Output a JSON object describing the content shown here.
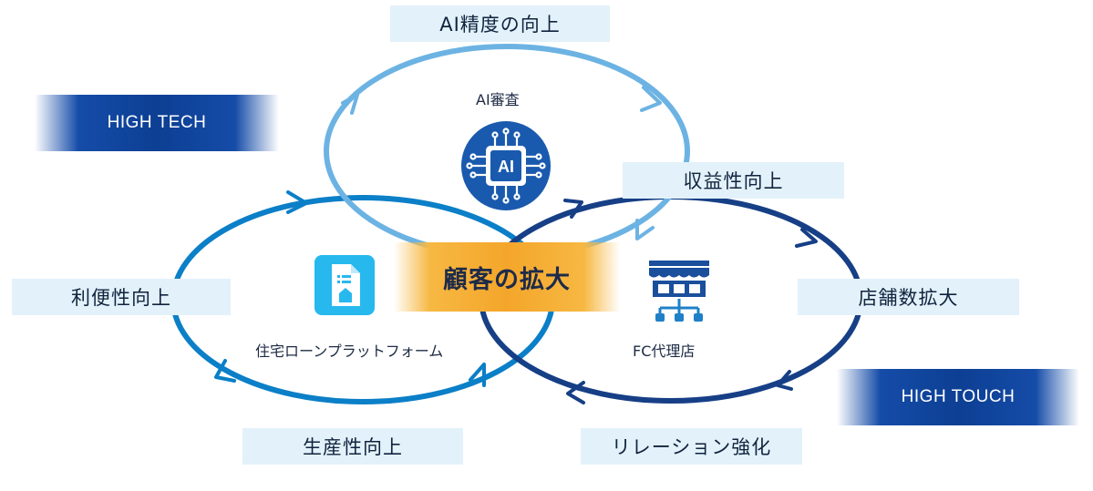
{
  "top_label": "AI精度の向上",
  "badges": {
    "tech": "HIGH TECH",
    "touch": "HIGH TOUCH"
  },
  "cycles": {
    "ai": {
      "caption": "AI審査",
      "icon": "ai-chip-icon",
      "color": "#6cb3e3"
    },
    "platform": {
      "caption": "住宅ローンプラットフォーム",
      "icon": "document-house-icon",
      "color": "#0b7fc7"
    },
    "fc": {
      "caption": "FC代理店",
      "icon": "storefront-network-icon",
      "color": "#163f86"
    }
  },
  "center_label": "顧客の拡大",
  "benefits": {
    "profitability": "収益性向上",
    "convenience": "利便性向上",
    "store_expansion": "店舗数拡大",
    "productivity": "生産性向上",
    "relationship": "リレーション強化"
  }
}
